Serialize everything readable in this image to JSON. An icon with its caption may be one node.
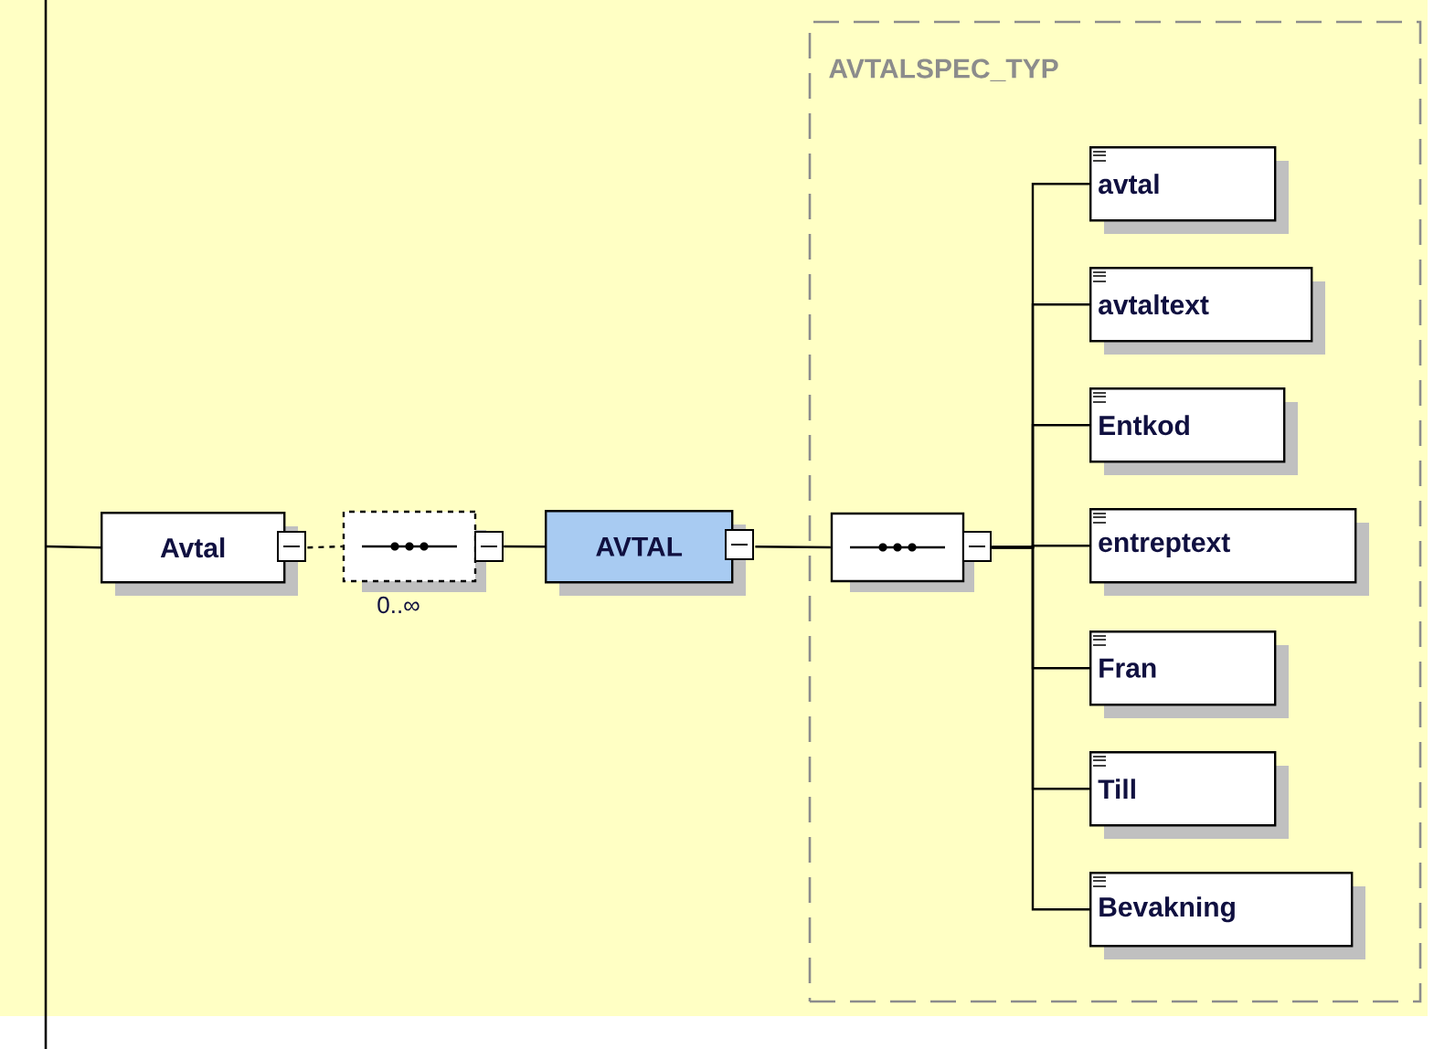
{
  "diagram": {
    "nodes": [
      {
        "text": [
          "Avtal"
        ]
      },
      {
        "text": [],
        "shape": "octagon",
        "beside": [
          "0..∞"
        ]
      },
      {
        "text": [
          "AVTAL"
        ]
      },
      {
        "text": [
          "AVTALSPEC_TYP"
        ]
      },
      {
        "text": [],
        "shape": "octagon",
        "in": 3
      },
      {
        "text": [
          "avtal"
        ],
        "in": 3
      },
      {
        "text": [
          "avtaltext"
        ],
        "in": 3
      },
      {
        "text": [
          "Entkod"
        ],
        "in": 3
      },
      {
        "text": [
          "entreptext"
        ],
        "in": 3
      },
      {
        "text": [
          "Fran"
        ],
        "in": 3
      },
      {
        "text": [
          "Till"
        ],
        "in": 3
      },
      {
        "text": [
          "Bevakning"
        ],
        "in": 3
      }
    ],
    "edges": [
      {
        "from": null,
        "to": 0,
        "arrow": "none"
      },
      {
        "from": 0,
        "to": 1,
        "arrow": "none",
        "style": "dashed"
      },
      {
        "from": 1,
        "to": 2,
        "arrow": "none"
      },
      {
        "from": 2,
        "to": 4,
        "arrow": "none"
      },
      {
        "from": 4,
        "to": 5,
        "arrow": "none"
      },
      {
        "from": 4,
        "to": 6,
        "arrow": "none"
      },
      {
        "from": 4,
        "to": 7,
        "arrow": "none"
      },
      {
        "from": 4,
        "to": 8,
        "arrow": "none"
      },
      {
        "from": 4,
        "to": 9,
        "arrow": "none"
      },
      {
        "from": 4,
        "to": 10,
        "arrow": "none"
      },
      {
        "from": 4,
        "to": 11,
        "arrow": "none"
      }
    ]
  }
}
